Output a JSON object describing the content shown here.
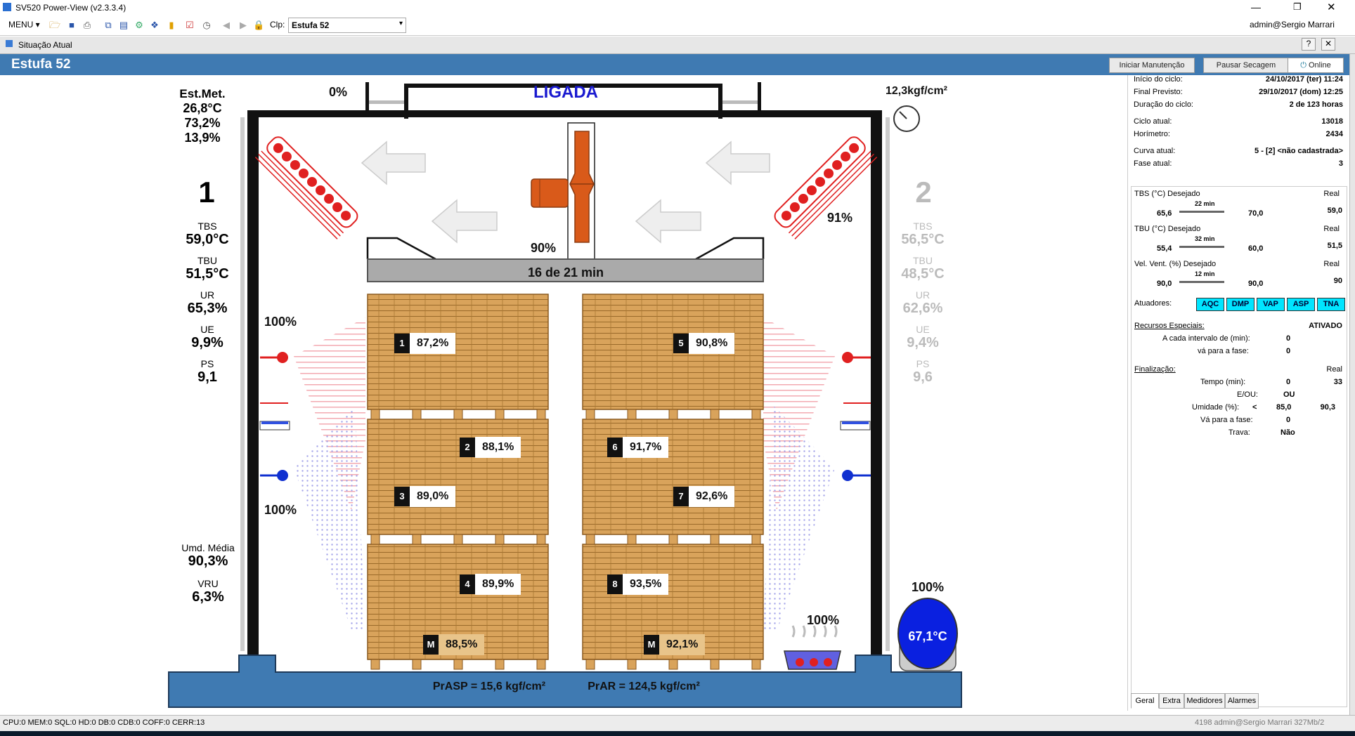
{
  "app": {
    "title": "SV520 Power-View (v2.3.3.4)",
    "user": "admin@Sergio Marrari"
  },
  "toolbar": {
    "menu_label": "MENU",
    "clp_label": "Clp:",
    "clp_value": "Estufa 52"
  },
  "subwindow": {
    "title": "Situação Atual"
  },
  "header": {
    "title": "Estufa 52",
    "btn_manutencao": "Iniciar Manutenção",
    "btn_pausar": "Pausar Secagem",
    "btn_online": "Online"
  },
  "left": {
    "estmet_label": "Est.Met.",
    "estmet_temp": "26,8°C",
    "estmet_ur": "73,2%",
    "estmet_ue": "13,9%",
    "side_number": "1",
    "tbs_label": "TBS",
    "tbs_value": "59,0°C",
    "tbu_label": "TBU",
    "tbu_value": "51,5°C",
    "ur_label": "UR",
    "ur_value": "65,3%",
    "ue_label": "UE",
    "ue_value": "9,9%",
    "ps_label": "PS",
    "ps_value": "9,1",
    "umd_label": "Umd. Média",
    "umd_value": "90,3%",
    "vru_label": "VRU",
    "vru_value": "6,3%"
  },
  "right_side": {
    "side_number": "2",
    "tbs_label": "TBS",
    "tbs_value": "56,5°C",
    "tbu_label": "TBU",
    "tbu_value": "48,5°C",
    "ur_label": "UR",
    "ur_value": "62,6%",
    "ue_label": "UE",
    "ue_value": "9,4%",
    "ps_label": "PS",
    "ps_value": "9,6"
  },
  "kiln": {
    "damper_left": "0%",
    "status": "LIGADA",
    "pressure_top": "12,3kgf/cm²",
    "fan_speed": "90%",
    "fan_timer": "16 de 21 min",
    "heater_right": "91%",
    "spray_top": "100%",
    "spray_bottom": "100%",
    "steam_pct": "100%",
    "tank_pct": "100%",
    "tank_temp": "67,1°C",
    "prasp": "PrASP = 15,6 kgf/cm²",
    "prar": "PrAR = 124,5 kgf/cm²",
    "sensors": [
      {
        "id": "1",
        "value": "87,2%"
      },
      {
        "id": "2",
        "value": "88,1%"
      },
      {
        "id": "3",
        "value": "89,0%"
      },
      {
        "id": "4",
        "value": "89,9%"
      },
      {
        "id": "5",
        "value": "90,8%"
      },
      {
        "id": "6",
        "value": "91,7%"
      },
      {
        "id": "7",
        "value": "92,6%"
      },
      {
        "id": "8",
        "value": "93,5%"
      }
    ],
    "m_left": {
      "id": "M",
      "value": "88,5%"
    },
    "m_right": {
      "id": "M",
      "value": "92,1%"
    }
  },
  "cycle": {
    "inicio_label": "Início do ciclo:",
    "inicio_value": "24/10/2017 (ter) 11:24",
    "final_label": "Final Previsto:",
    "final_value": "29/10/2017 (dom) 12:25",
    "duracao_label": "Duração do ciclo:",
    "duracao_value": "2 de 123 horas",
    "ciclo_label": "Ciclo atual:",
    "ciclo_value": "13018",
    "horimetro_label": "Horímetro:",
    "horimetro_value": "2434",
    "curva_label": "Curva atual:",
    "curva_value": "5 - [2] <não cadastrada>",
    "fase_label": "Fase atual:",
    "fase_value": "3"
  },
  "setpoints": [
    {
      "label": "TBS (°C) Desejado",
      "real_label": "Real",
      "from": "65,6",
      "time": "22 min",
      "to": "70,0",
      "real": "59,0"
    },
    {
      "label": "TBU (°C) Desejado",
      "real_label": "Real",
      "from": "55,4",
      "time": "32 min",
      "to": "60,0",
      "real": "51,5"
    },
    {
      "label": "Vel. Vent. (%) Desejado",
      "real_label": "Real",
      "from": "90,0",
      "time": "12 min",
      "to": "90,0",
      "real": "90"
    }
  ],
  "atuadores": {
    "label": "Atuadores:",
    "items": [
      "AQC",
      "DMP",
      "VAP",
      "ASP",
      "TNA"
    ]
  },
  "recursos": {
    "label": "Recursos Especiais:",
    "status": "ATIVADO",
    "intervalo_label": "A cada intervalo de (min):",
    "intervalo_value": "0",
    "va_label": "vá para a fase:",
    "va_value": "0"
  },
  "finalizacao": {
    "label": "Finalização:",
    "real_label": "Real",
    "tempo_label": "Tempo (min):",
    "tempo_value": "0",
    "tempo_real": "33",
    "eou_label": "E/OU:",
    "eou_value": "OU",
    "umidade_label": "Umidade (%):",
    "umidade_op": "<",
    "umidade_value": "85,0",
    "umidade_real": "90,3",
    "va_label": "Vá para a fase:",
    "va_value": "0",
    "trava_label": "Trava:",
    "trava_value": "Não"
  },
  "tabs": [
    "Geral",
    "Extra",
    "Medidores",
    "Alarmes"
  ],
  "status": {
    "left": "CPU:0  MEM:0  SQL:0  HD:0  DB:0  CDB:0  COFF:0  CERR:13",
    "right": "4198 admin@Sergio Marrari   327Mb/2"
  },
  "colors": {
    "header_blue": "#3f7ab2",
    "base_blue": "#3f7ab2",
    "heater_red": "#e02020",
    "wood": "#d9a35b",
    "actuator_cyan": "#00e5ff"
  }
}
